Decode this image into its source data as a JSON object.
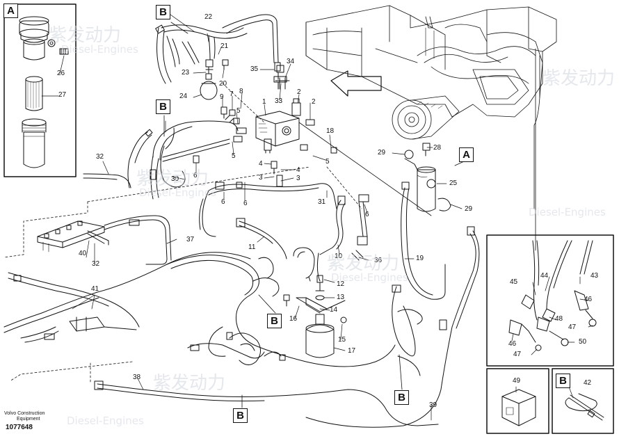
{
  "frame_tags": {
    "inset_a": "A",
    "inset_b_top": "B",
    "inset_b_left": "B",
    "detail_a": "A",
    "detail_b_mid": "B",
    "detail_b_low": "B",
    "detail_b_bottom": "B",
    "inset_b_box": "B"
  },
  "callouts": {
    "c1": "1",
    "c2a": "2",
    "c2b": "2",
    "c3a": "3",
    "c3b": "3",
    "c4a": "4",
    "c4b": "4",
    "c5a": "5",
    "c5b": "5",
    "c5c": "5",
    "c6a": "6",
    "c6b": "6",
    "c6c": "6",
    "c6d": "6",
    "c7": "7",
    "c8": "8",
    "c9": "9",
    "c10": "10",
    "c11": "11",
    "c12": "12",
    "c13": "13",
    "c14": "14",
    "c15": "15",
    "c16": "16",
    "c17": "17",
    "c18": "18",
    "c19": "19",
    "c20": "20",
    "c21": "21",
    "c22": "22",
    "c23": "23",
    "c24": "24",
    "c25": "25",
    "c26": "26",
    "c27": "27",
    "c28": "28",
    "c29a": "29",
    "c29b": "29",
    "c30": "30",
    "c31": "31",
    "c32a": "32",
    "c32b": "32",
    "c33": "33",
    "c34": "34",
    "c35": "35",
    "c36": "36",
    "c37": "37",
    "c38": "38",
    "c39": "39",
    "c40": "40",
    "c41": "41",
    "c42": "42",
    "c43": "43",
    "c44": "44",
    "c45": "45",
    "c46a": "46",
    "c46b": "46",
    "c47a": "47",
    "c47b": "47",
    "c48": "48",
    "c49": "49",
    "c50": "50"
  },
  "footer": {
    "company_line1": "Volvo Construction",
    "company_line2": "Equipment",
    "drawing_number": "1077648"
  },
  "watermark": {
    "brand_cn": "紫发动力",
    "brand_en": "Diesel-Engines"
  },
  "colors": {
    "ink": "#111111",
    "watermark": "#cfd4dc"
  }
}
